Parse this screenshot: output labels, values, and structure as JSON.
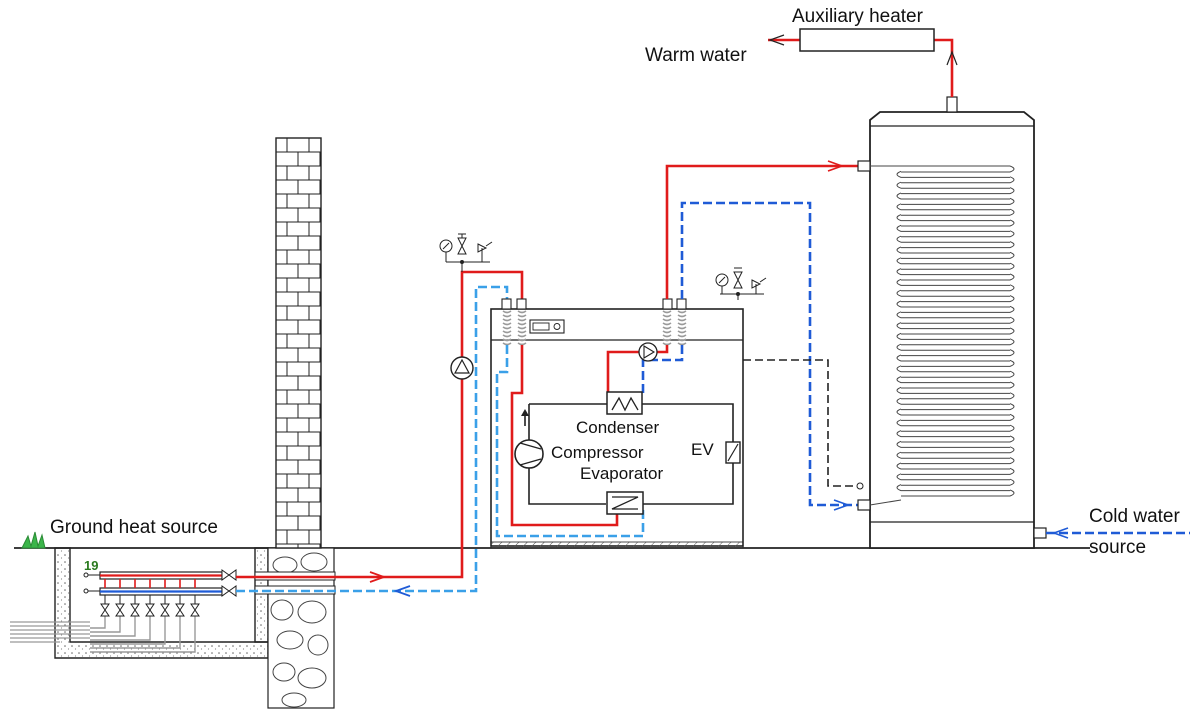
{
  "labels": {
    "auxiliary_heater": "Auxiliary heater",
    "warm_water": "Warm water",
    "ground_heat_source": "Ground heat source",
    "cold_water_line1": "Cold water",
    "cold_water_line2": "source",
    "condenser": "Condenser",
    "compressor": "Compressor",
    "evaporator": "Evaporator",
    "ev": "EV",
    "collector_number": "19"
  },
  "colors": {
    "supply_line": "#e01b1b",
    "return_line": "#1f5bd6",
    "ground_return_line": "#3aa0e8",
    "grass": "#3bb54a",
    "outline": "#222222"
  }
}
